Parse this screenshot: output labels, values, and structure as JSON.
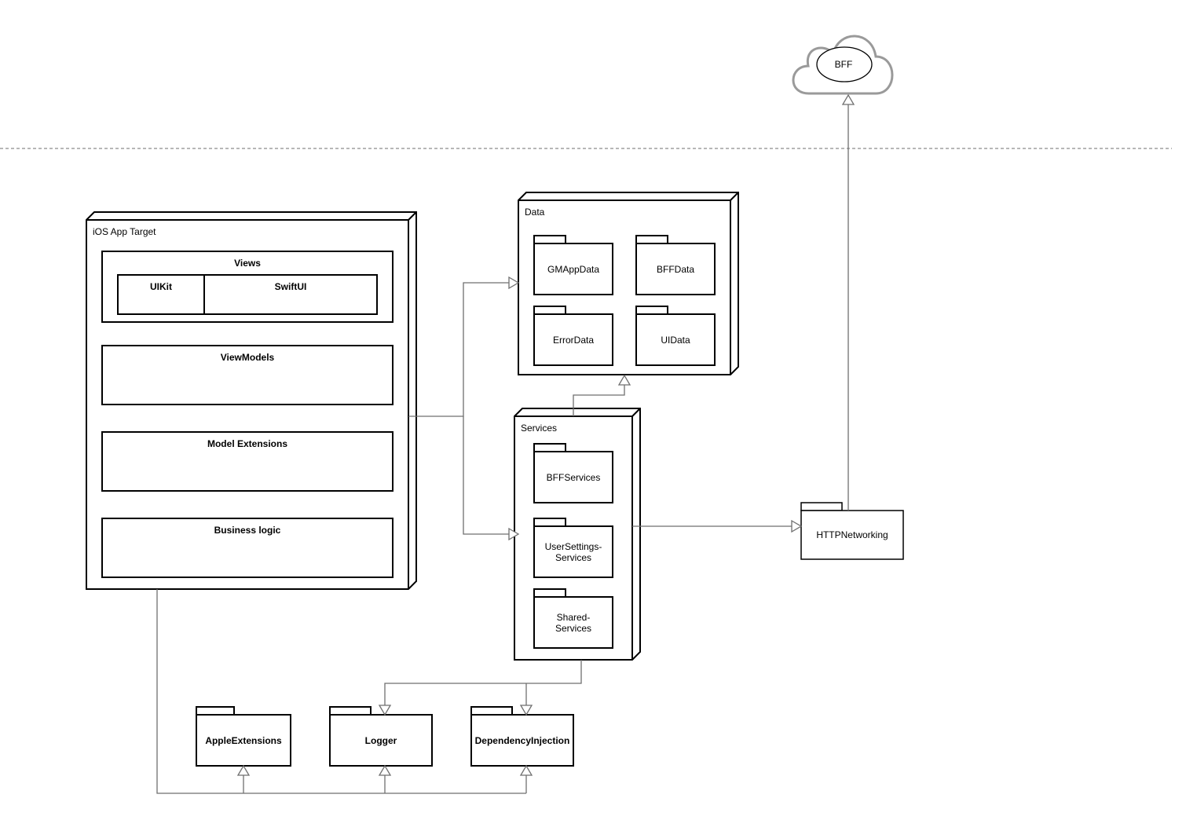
{
  "cloud": {
    "label": "BFF"
  },
  "app_target": {
    "title": "iOS App Target",
    "views": {
      "title": "Views",
      "uikit": "UIKit",
      "swiftui": "SwiftUI"
    },
    "viewmodels": "ViewModels",
    "model_extensions": "Model Extensions",
    "business_logic": "Business logic"
  },
  "data": {
    "title": "Data",
    "packages": [
      "GMAppData",
      "BFFData",
      "ErrorData",
      "UIData"
    ]
  },
  "services": {
    "title": "Services",
    "packages": [
      {
        "line1": "BFFServices",
        "line2": ""
      },
      {
        "line1": "UserSettings-",
        "line2": "Services"
      },
      {
        "line1": "Shared-",
        "line2": "Services"
      }
    ]
  },
  "networking": {
    "label": "HTTPNetworking"
  },
  "bottom_packages": [
    "AppleExtensions",
    "Logger",
    "DependencyInjection"
  ]
}
